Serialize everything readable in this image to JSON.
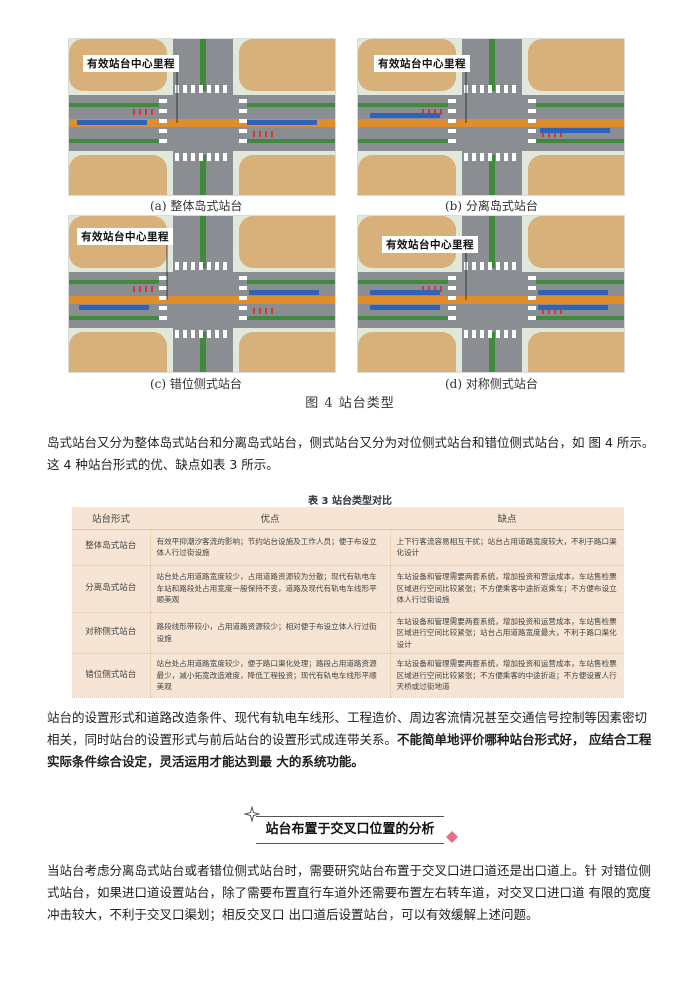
{
  "figure": {
    "panels": [
      {
        "label": "有效站台中心里程",
        "caption": "(a) 整体岛式站台"
      },
      {
        "label": "有效站台中心里程",
        "caption": "(b) 分离岛式站台"
      },
      {
        "label": "有效站台中心里程",
        "caption": "(c) 错位侧式站台"
      },
      {
        "label": "有效站台中心里程",
        "caption": "(d) 对称侧式站台"
      }
    ],
    "title": "图 4    站台类型"
  },
  "paragraph1": "岛式站台又分为整体岛式站台和分离岛式站台，侧式站台又分为对位侧式站台和错位侧式站台，如 图 4 所示。 这 4 种站台形式的优、缺点如表 3 所示。",
  "table": {
    "title": "表 3    站台类型对比",
    "headers": [
      "站台形式",
      "优点",
      "缺点"
    ],
    "rows": [
      {
        "form": "整体岛式站台",
        "adv": "有效平抑潮汐客流的影响；节约站台设施及工作人员；便于布设立体人行过街设施",
        "dis": "上下行客流容易相互干扰；站台占用道路宽度较大，不利于路口渠化设计"
      },
      {
        "form": "分离岛式站台",
        "adv": "站台处占用道路宽度较少，占用道路资源较为分散；现代有轨电车车站和路段处占用宽度一般保持不变，道路及现代有轨电车线形平顺美观",
        "dis": "车站设备和管理需要两套系统，增加投资和营运成本，车站售检票区域进行空间比较紧张；不方便乘客中途折返乘车；不方便布设立体人行过街设施"
      },
      {
        "form": "对称侧式站台",
        "adv": "路段线形带较小，占用道路资源较少；相对便于布设立体人行过街设施",
        "dis": "车站设备和管理需要两套系统，增加投资和运营成本，车站售检票区域进行空间比较紧张；站台占用道路宽度最大，不利于路口渠化设计"
      },
      {
        "form": "错位侧式站台",
        "adv": "站台处占用道路宽度较少，便于路口渠化处理；路段占用道路资源最少，减小拓宽改造难度，降低工程投资；现代有轨电车线形平顺美观",
        "dis": "车站设备和管理需要两套系统，增加投资和运营成本，车站售检票区域进行空间比较紧张；不方便乘客的中途折返；不方便设置人行天桥或过街地道"
      }
    ]
  },
  "paragraph2": {
    "normal": "站台的设置形式和道路改造条件、现代有轨电车线形、工程造价、周边客流情况甚至交通信号控制等因素密切相关，同时站台的设置形式与前后站台的设置形式成连带关系。",
    "bold": "不能简单地评价哪种站台形式好， 应结合工程实际条件综合设定，灵活运用才能达到最 大的系统功能。"
  },
  "section_heading": "站台布置于交叉口位置的分析",
  "paragraph3": "当站台考虑分离岛式站台或者错位侧式站台时，需要研究站台布置于交叉口进口道还是出口道上。针 对错位侧式站台，如果进口道设置站台，除了需要布置直行车道外还需要布置左右转车道，对交叉口进口道 有限的宽度冲击较大，不利于交叉口渠划；相反交叉口 出口道后设置站台，可以有效缓解上述问题。",
  "colors": {
    "road": "#8a8d92",
    "median": "#3f8a3c",
    "track": "#e08d2e",
    "platform": "#2f62b8",
    "corner": "#d8b07a",
    "table_bg": "#f6e5d4",
    "stop_bar": "#d23a32"
  }
}
